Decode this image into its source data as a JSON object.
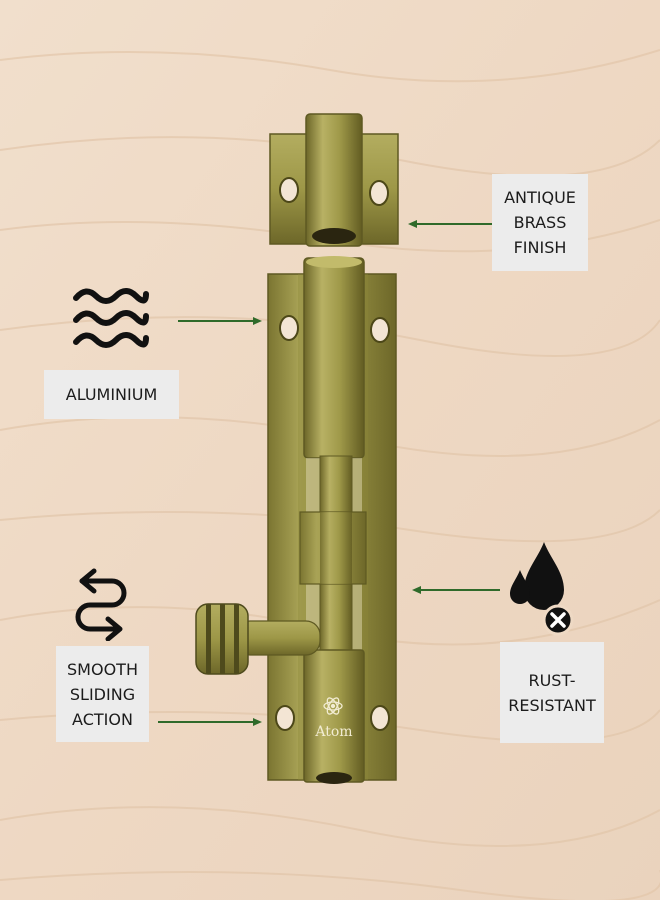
{
  "labels": {
    "antique_brass": {
      "lines": [
        "ANTIQUE",
        "BRASS",
        "FINISH"
      ]
    },
    "aluminium": {
      "lines": [
        "ALUMINIUM"
      ]
    },
    "smooth_sliding": {
      "lines": [
        "SMOOTH",
        "SLIDING",
        "ACTION"
      ]
    },
    "rust_resistant": {
      "lines": [
        "RUST-",
        "RESISTANT"
      ]
    }
  },
  "brand": {
    "logo_text": "Atom"
  },
  "icons": {
    "aluminium": "waves-icon",
    "smooth_sliding": "swap-arrows-icon",
    "rust_resistant": "water-drops-no-icon"
  },
  "colors": {
    "wood": "#eed9c4",
    "brass": "#9a9444",
    "arrow": "#2f6a2a",
    "label_bg": "#ececec"
  }
}
